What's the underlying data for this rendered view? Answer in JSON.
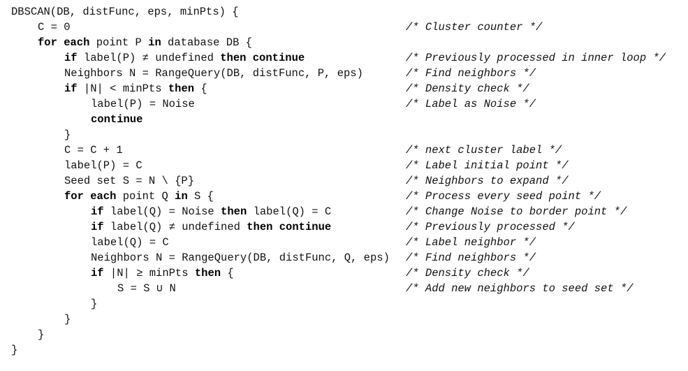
{
  "lines": [
    {
      "indent": 0,
      "segments": [
        {
          "t": "DBSCAN(DB, distFunc, eps, minPts) {",
          "b": false
        }
      ],
      "comment": ""
    },
    {
      "indent": 1,
      "segments": [
        {
          "t": "C = 0",
          "b": false
        }
      ],
      "comment": "/* Cluster counter */"
    },
    {
      "indent": 1,
      "segments": [
        {
          "t": "for each",
          "b": true
        },
        {
          "t": " point P ",
          "b": false
        },
        {
          "t": "in",
          "b": true
        },
        {
          "t": " database DB {",
          "b": false
        }
      ],
      "comment": ""
    },
    {
      "indent": 2,
      "segments": [
        {
          "t": "if",
          "b": true
        },
        {
          "t": " label(P) ≠ undefined ",
          "b": false
        },
        {
          "t": "then continue",
          "b": true
        }
      ],
      "comment": "/* Previously processed in inner loop */"
    },
    {
      "indent": 2,
      "segments": [
        {
          "t": "Neighbors N = RangeQuery(DB, distFunc, P, eps)",
          "b": false
        }
      ],
      "comment": "/* Find neighbors */"
    },
    {
      "indent": 2,
      "segments": [
        {
          "t": "if",
          "b": true
        },
        {
          "t": " |N| < minPts ",
          "b": false
        },
        {
          "t": "then",
          "b": true
        },
        {
          "t": " {",
          "b": false
        }
      ],
      "comment": "/* Density check */"
    },
    {
      "indent": 3,
      "segments": [
        {
          "t": "label(P) = Noise",
          "b": false
        }
      ],
      "comment": "/* Label as Noise */"
    },
    {
      "indent": 3,
      "segments": [
        {
          "t": "continue",
          "b": true
        }
      ],
      "comment": ""
    },
    {
      "indent": 2,
      "segments": [
        {
          "t": "}",
          "b": false
        }
      ],
      "comment": ""
    },
    {
      "indent": 2,
      "segments": [
        {
          "t": "C = C + 1",
          "b": false
        }
      ],
      "comment": "/* next cluster label */"
    },
    {
      "indent": 2,
      "segments": [
        {
          "t": "label(P) = C",
          "b": false
        }
      ],
      "comment": "/* Label initial point */"
    },
    {
      "indent": 2,
      "segments": [
        {
          "t": "Seed set S = N \\ {P}",
          "b": false
        }
      ],
      "comment": "/* Neighbors to expand */"
    },
    {
      "indent": 2,
      "segments": [
        {
          "t": "for each",
          "b": true
        },
        {
          "t": " point Q ",
          "b": false
        },
        {
          "t": "in",
          "b": true
        },
        {
          "t": " S {",
          "b": false
        }
      ],
      "comment": "/* Process every seed point */"
    },
    {
      "indent": 3,
      "segments": [
        {
          "t": "if",
          "b": true
        },
        {
          "t": " label(Q) = Noise ",
          "b": false
        },
        {
          "t": "then",
          "b": true
        },
        {
          "t": " label(Q) = C",
          "b": false
        }
      ],
      "comment": "/* Change Noise to border point */"
    },
    {
      "indent": 3,
      "segments": [
        {
          "t": "if",
          "b": true
        },
        {
          "t": " label(Q) ≠ undefined ",
          "b": false
        },
        {
          "t": "then continue",
          "b": true
        }
      ],
      "comment": "/* Previously processed */"
    },
    {
      "indent": 3,
      "segments": [
        {
          "t": "label(Q) = C",
          "b": false
        }
      ],
      "comment": "/* Label neighbor */"
    },
    {
      "indent": 3,
      "segments": [
        {
          "t": "Neighbors N = RangeQuery(DB, distFunc, Q, eps)",
          "b": false
        }
      ],
      "comment": "/* Find neighbors */"
    },
    {
      "indent": 3,
      "segments": [
        {
          "t": "if",
          "b": true
        },
        {
          "t": " |N| ≥ minPts ",
          "b": false
        },
        {
          "t": "then",
          "b": true
        },
        {
          "t": " {",
          "b": false
        }
      ],
      "comment": "/* Density check */"
    },
    {
      "indent": 4,
      "segments": [
        {
          "t": "S = S ∪ N",
          "b": false
        }
      ],
      "comment": "/* Add new neighbors to seed set */"
    },
    {
      "indent": 3,
      "segments": [
        {
          "t": "}",
          "b": false
        }
      ],
      "comment": ""
    },
    {
      "indent": 2,
      "segments": [
        {
          "t": "}",
          "b": false
        }
      ],
      "comment": ""
    },
    {
      "indent": 1,
      "segments": [
        {
          "t": "}",
          "b": false
        }
      ],
      "comment": ""
    },
    {
      "indent": 0,
      "segments": [
        {
          "t": "}",
          "b": false
        }
      ],
      "comment": ""
    }
  ]
}
